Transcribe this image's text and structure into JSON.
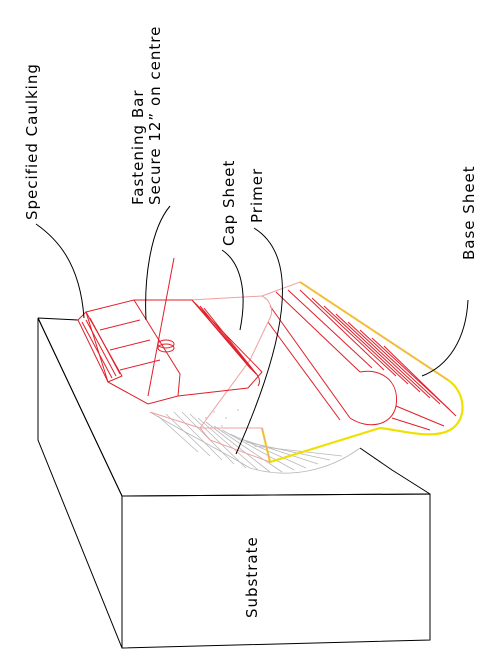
{
  "labels": {
    "specified_caulking": "Specified Caulking",
    "fastening_bar_line1": "Fastening Bar",
    "fastening_bar_line2": "Secure 12” on centre",
    "cap_sheet": "Cap Sheet",
    "primer": "Primer",
    "base_sheet": "Base Sheet",
    "substrate": "Substrate"
  },
  "colors": {
    "outline": "#000000",
    "fastening_bar": "#e0202a",
    "cap_sheet": "#f0a0a0",
    "base_sheet_edge": "#f0e000",
    "primer": "#b8b8b8"
  }
}
